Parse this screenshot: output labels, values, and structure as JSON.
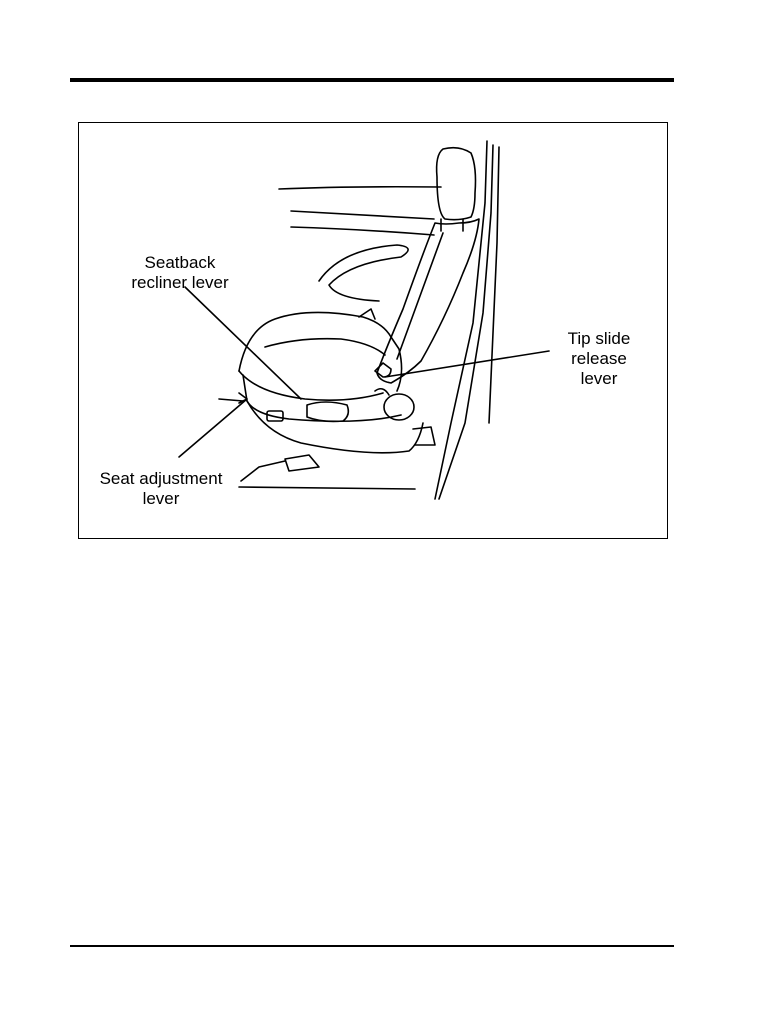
{
  "figure": {
    "labels": {
      "seatback_recliner": "Seatback\nrecliner lever",
      "tip_slide": "Tip slide\nrelease\nlever",
      "seat_adjustment": "Seat adjustment\nlever"
    }
  }
}
